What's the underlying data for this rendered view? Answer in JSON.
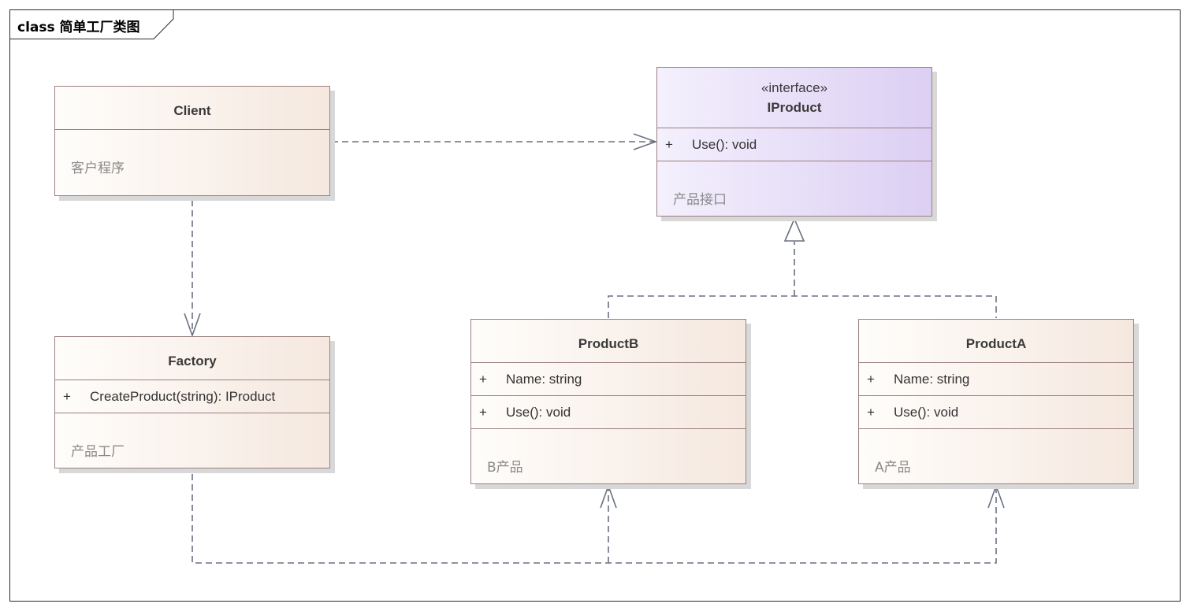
{
  "frame": {
    "keyword": "class",
    "title": "简单工厂类图"
  },
  "classes": {
    "client": {
      "name": "Client",
      "note": "客户程序"
    },
    "iproduct": {
      "stereotype": "«interface»",
      "name": "IProduct",
      "op_vis": "+",
      "op": "Use(): void",
      "note": "产品接口"
    },
    "factory": {
      "name": "Factory",
      "op_vis": "+",
      "op": "CreateProduct(string): IProduct",
      "note": "产品工厂"
    },
    "productB": {
      "name": "ProductB",
      "attr_vis": "+",
      "attr": "Name: string",
      "op_vis": "+",
      "op": "Use(): void",
      "note": "B产品"
    },
    "productA": {
      "name": "ProductA",
      "attr_vis": "+",
      "attr": "Name: string",
      "op_vis": "+",
      "op": "Use(): void",
      "note": "A产品"
    }
  },
  "colors": {
    "line": "#6b7080",
    "class_border": "#9a8080"
  }
}
